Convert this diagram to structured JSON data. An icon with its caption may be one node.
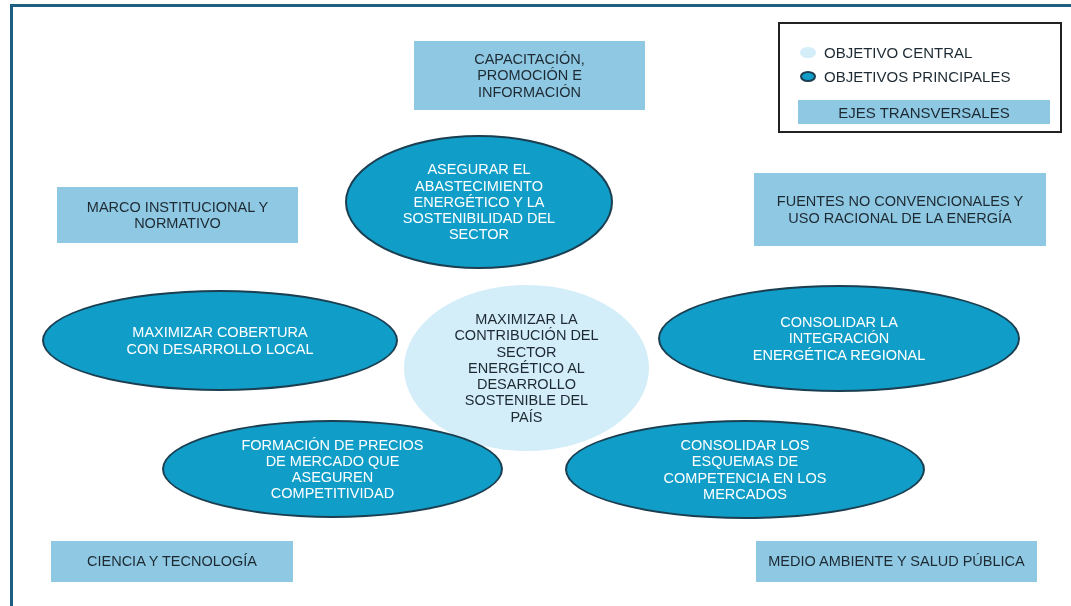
{
  "diagram": {
    "nodes": [
      {
        "text": [
          "MAXIMIZAR LA CONTRIBUCIÓN DEL SECTOR ENERGÉTICO AL DESARROLLO SOSTENIBLE DEL PAÍS"
        ]
      },
      {
        "text": [
          "ASEGURAR EL ABASTECIMIENTO ENERGÉTICO Y LA SOSTENIBILIDAD DEL SECTOR"
        ]
      },
      {
        "text": [
          "MAXIMIZAR COBERTURA CON DESARROLLO LOCAL"
        ]
      },
      {
        "text": [
          "CONSOLIDAR LA INTEGRACIÓN ENERGÉTICA REGIONAL"
        ]
      },
      {
        "text": [
          "FORMACIÓN DE PRECIOS DE MERCADO QUE ASEGUREN COMPETITIVIDAD"
        ]
      },
      {
        "text": [
          "CONSOLIDAR LOS ESQUEMAS DE COMPETENCIA EN LOS MERCADOS"
        ]
      },
      {
        "text": [
          "CAPACITACIÓN, PROMOCIÓN E INFORMACIÓN"
        ]
      },
      {
        "text": [
          "MARCO INSTITUCIONAL Y NORMATIVO"
        ]
      },
      {
        "text": [
          "FUENTES NO CONVENCIONALES Y USO RACIONAL DE LA ENERGÍA"
        ]
      },
      {
        "text": [
          "CIENCIA Y TECNOLOGÍA"
        ]
      },
      {
        "text": [
          "MEDIO AMBIENTE Y SALUD PÚBLICA"
        ]
      }
    ],
    "legend": [
      {
        "text": "OBJETIVO CENTRAL",
        "color": "#d3eef8"
      },
      {
        "text": "OBJETIVOS PRINCIPALES",
        "color": "#109ec9"
      },
      {
        "text": "EJES TRANSVERSALES",
        "color": "#8fc8e2"
      }
    ]
  }
}
